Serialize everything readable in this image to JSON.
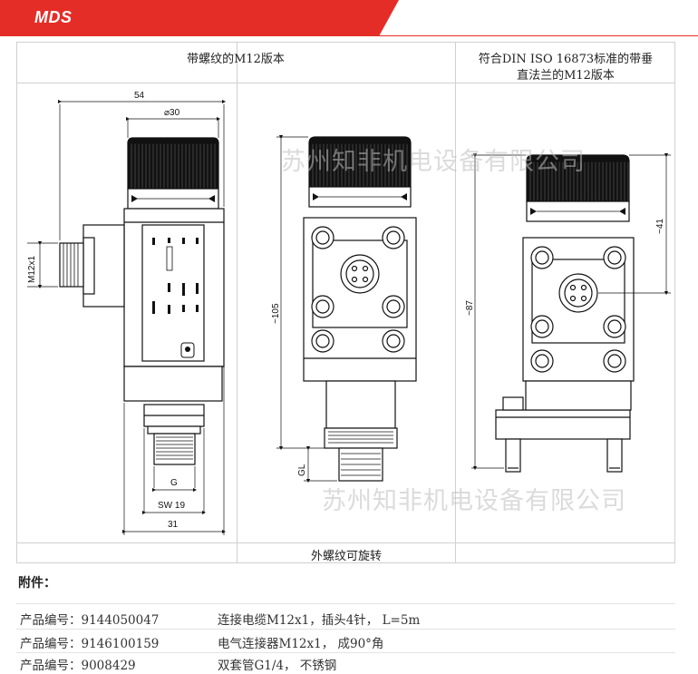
{
  "header": {
    "title": "MDS",
    "accent_color": "#e52d27"
  },
  "table": {
    "col1_title": "带螺纹的M12版本",
    "col3_title_line1": "符合DIN ISO 16873标准的带垂",
    "col3_title_line2": "直法兰的M12版本",
    "footer_note": "外螺纹可旋转"
  },
  "dimensions": {
    "width_54": "54",
    "dia_30": "⌀30",
    "m12": "M12x1",
    "g": "G",
    "sw19": "SW 19",
    "w31": "31",
    "h105": "~105",
    "gl": "GL",
    "h87": "~87",
    "h41": "~41"
  },
  "watermark": {
    "text": "苏州知非机电设备有限公司"
  },
  "accessories": {
    "title": "附件：",
    "items": [
      {
        "code": "产品编号：9144050047",
        "desc": "连接电缆M12x1，插头4针， L=5m"
      },
      {
        "code": "产品编号：9146100159",
        "desc": "电气连接器M12x1， 成90°角"
      },
      {
        "code": "产品编号：9008429",
        "desc": "双套管G1/4， 不锈钢"
      }
    ]
  }
}
